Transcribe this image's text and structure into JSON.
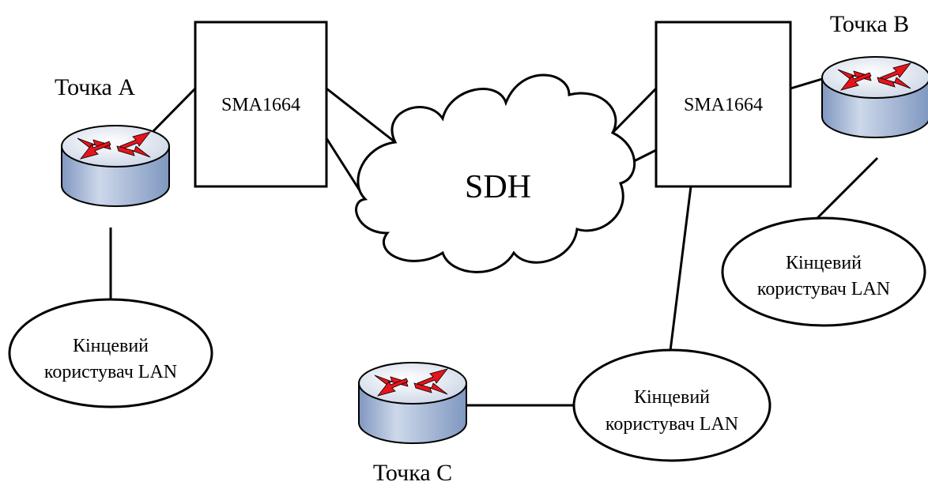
{
  "points": {
    "a": "Точка A",
    "b": "Точка B",
    "c": "Точка C"
  },
  "multiplexers": {
    "left": "SMA1664",
    "right": "SMA1664"
  },
  "network": {
    "cloud": "SDH"
  },
  "end_users": {
    "left": {
      "line1": "Кінцевий",
      "line2": "користувач LAN"
    },
    "right": {
      "line1": "Кінцевий",
      "line2": "користувач LAN"
    },
    "bottom": {
      "line1": "Кінцевий",
      "line2": "користувач LAN"
    }
  },
  "colors": {
    "router_top": "#e3e7ef",
    "router_body": "#9fb3d3",
    "arrow": "#e8141b",
    "line": "#000000"
  },
  "icons": {
    "router": "router-icon",
    "cloud": "cloud-shape"
  }
}
